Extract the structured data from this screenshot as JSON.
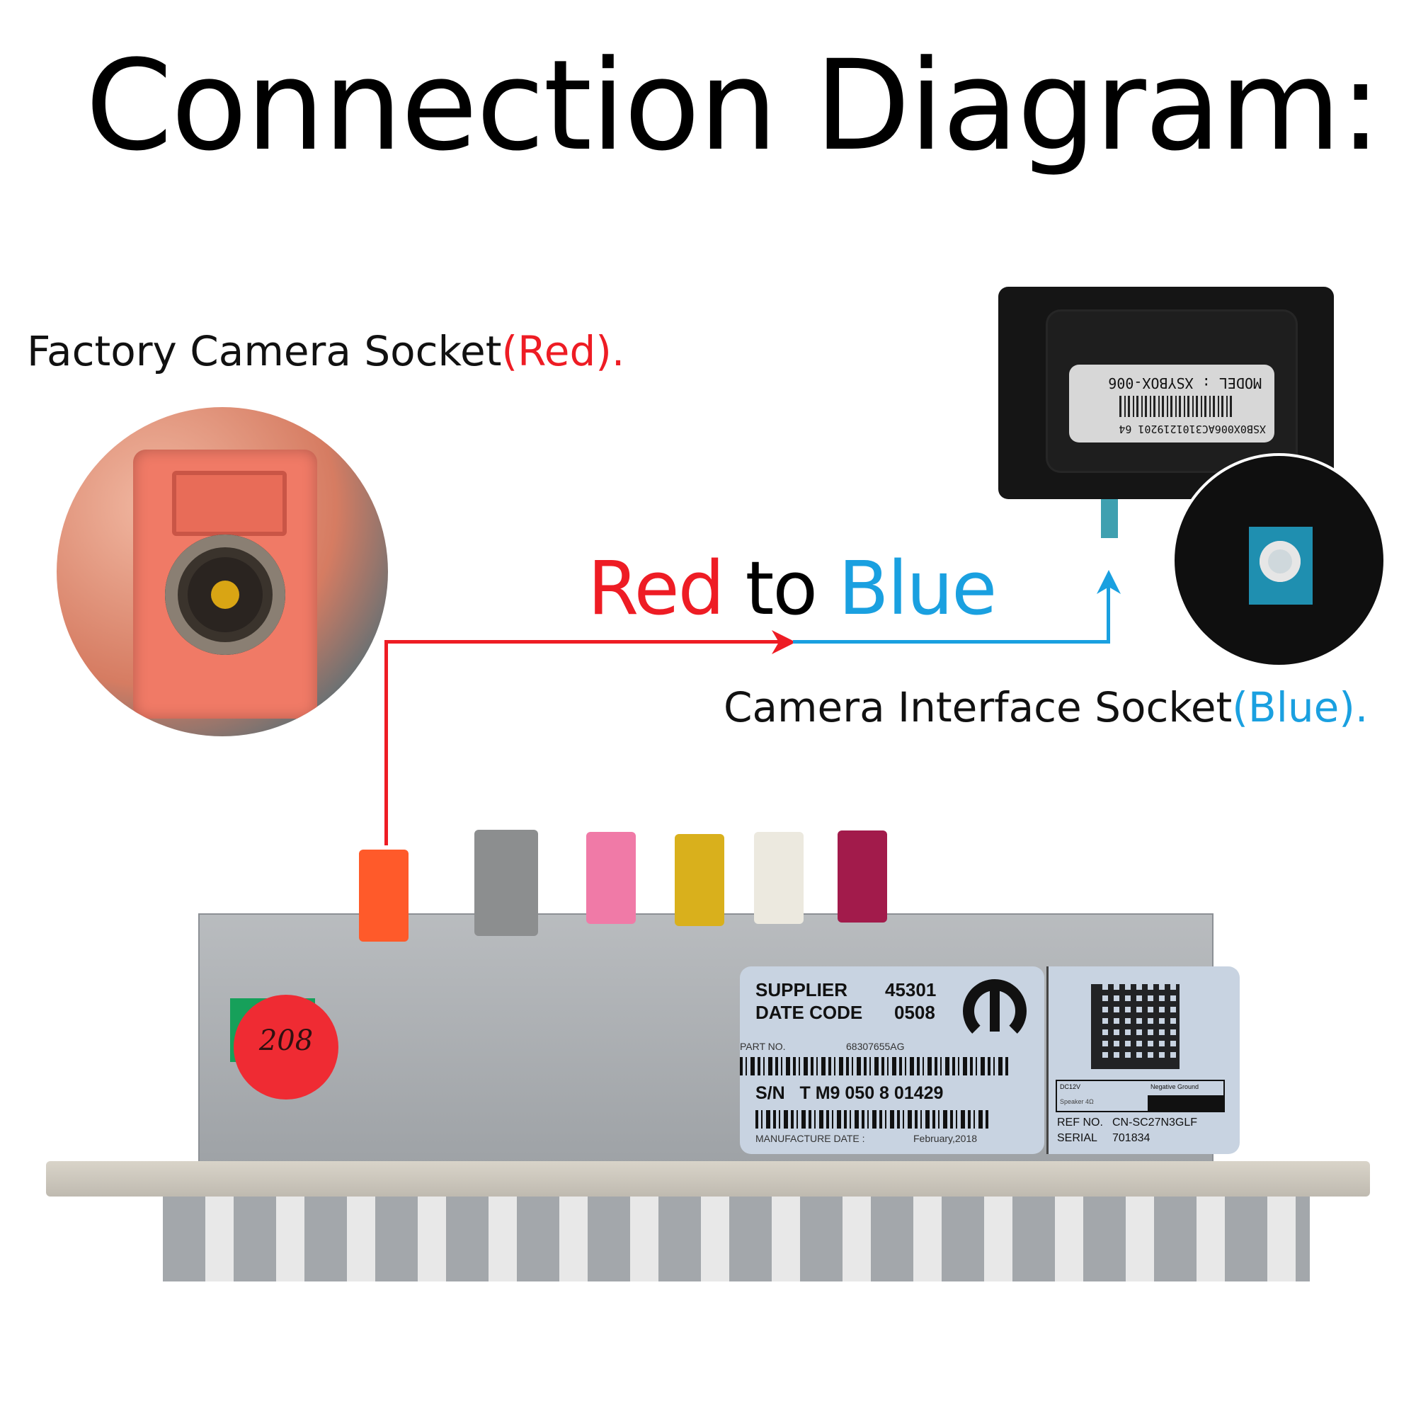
{
  "title": "Connection Diagram:",
  "factory_label": {
    "text": "Factory Camera Socket",
    "color_note": "(Red).",
    "color": "#ee1c24"
  },
  "interface_label": {
    "text": "Camera Interface Socket",
    "color_note": "(Blue).",
    "color": "#1aa0e0"
  },
  "instruction": {
    "word1": "Red",
    "word2": "to",
    "word3": "Blue"
  },
  "interface_box": {
    "model": "MODEL : XSYBOX-006",
    "serial": "XSB0X006AC3101219201 64"
  },
  "module": {
    "sticker_number": "208",
    "connectors": [
      "orange",
      "gray",
      "pink",
      "yellow",
      "white",
      "burgundy"
    ],
    "mopar_label": {
      "supplier_label": "SUPPLIER",
      "supplier_value": "45301",
      "date_code_label": "DATE CODE",
      "date_code_value": "0508",
      "part_no_label": "PART NO.",
      "part_no_value": "68307655AG",
      "sn": "S/N   T M9 050 8 01429",
      "manufacture_date_label": "MANUFACTURE DATE :",
      "manufacture_date_value": "February,2018"
    },
    "spec_label": {
      "power": "DC12V",
      "ground": "Negative Ground",
      "speaker": "Speaker 4Ω",
      "ref_no_label": "REF NO.",
      "ref_no_value": "CN-SC27N3GLF",
      "serial_label": "SERIAL",
      "serial_value": "701834"
    }
  },
  "colors": {
    "red": "#ee1c24",
    "blue": "#1aa0e0"
  }
}
